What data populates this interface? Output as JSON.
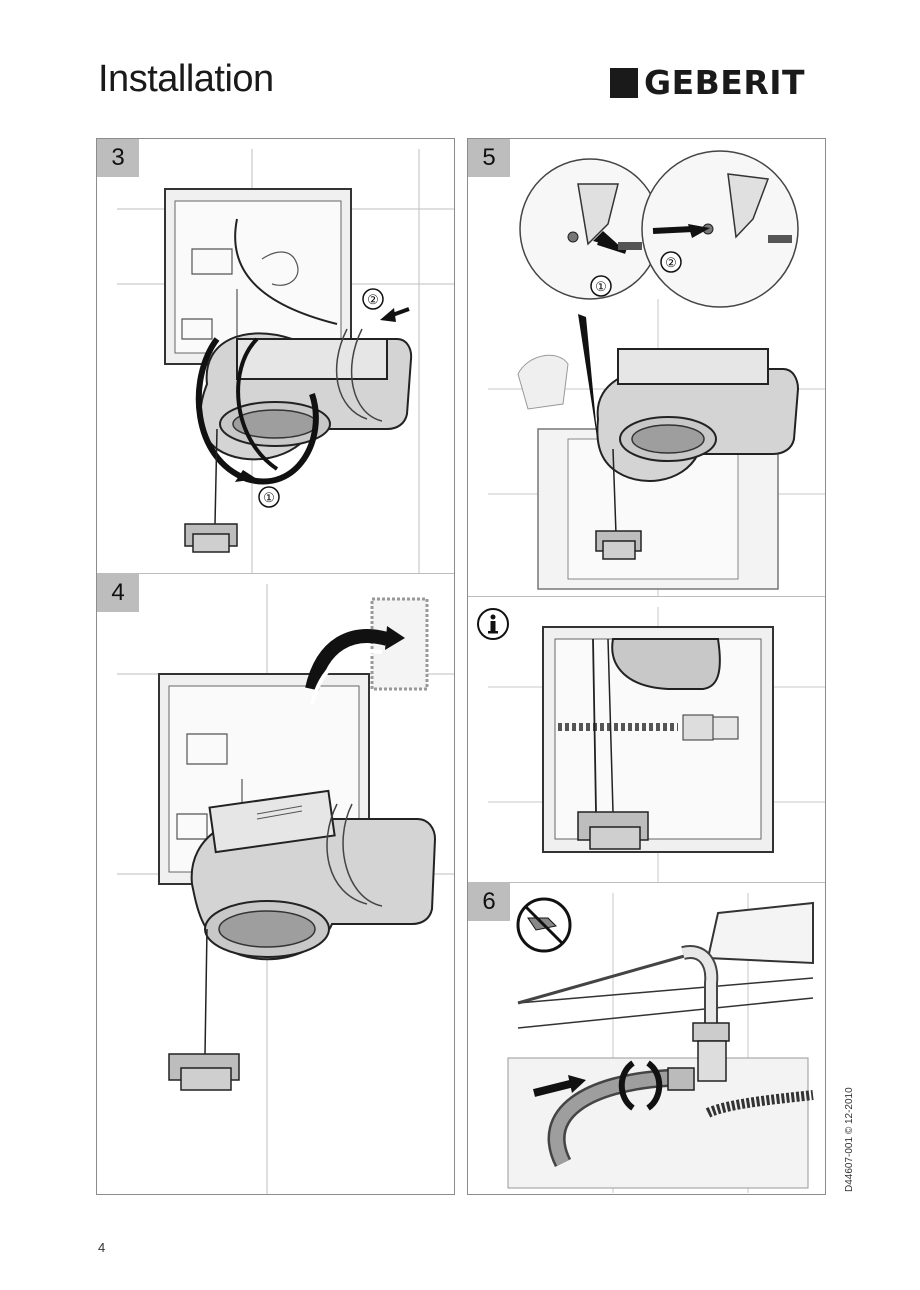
{
  "header": {
    "title": "Installation",
    "brand": "GEBERIT"
  },
  "steps": [
    {
      "number": "3",
      "callouts": [
        "①",
        "②"
      ]
    },
    {
      "number": "4"
    },
    {
      "number": "5",
      "callouts": [
        "①",
        "②"
      ]
    },
    {
      "number": "6"
    }
  ],
  "info_icon": "info-icon",
  "footer": {
    "page_number": "4",
    "document_reference": "D44607-001 © 12-2010"
  },
  "colors": {
    "badge": "#bdbdbd",
    "frame": "#8c8c8c",
    "ink": "#1a1a1a",
    "module_fill": "#d4d4d4"
  }
}
